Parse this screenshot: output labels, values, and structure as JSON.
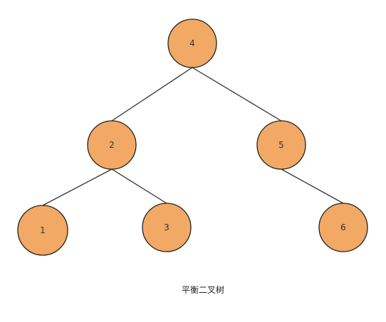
{
  "diagram": {
    "caption": "平衡二叉树",
    "colors": {
      "node_fill": "#f2a965",
      "node_stroke": "#222222",
      "edge": "#333333"
    },
    "nodes": [
      {
        "id": "n4",
        "label": "4"
      },
      {
        "id": "n2",
        "label": "2"
      },
      {
        "id": "n5",
        "label": "5"
      },
      {
        "id": "n1",
        "label": "1"
      },
      {
        "id": "n3",
        "label": "3"
      },
      {
        "id": "n6",
        "label": "6"
      }
    ],
    "edges": [
      {
        "from": "n4",
        "to": "n2"
      },
      {
        "from": "n4",
        "to": "n5"
      },
      {
        "from": "n2",
        "to": "n1"
      },
      {
        "from": "n2",
        "to": "n3"
      },
      {
        "from": "n5",
        "to": "n6"
      }
    ]
  }
}
